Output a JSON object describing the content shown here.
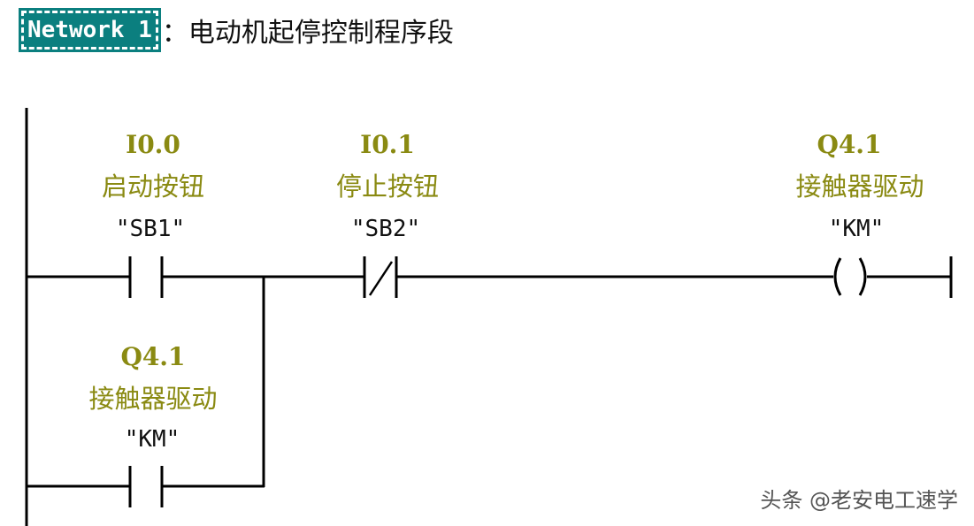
{
  "network": {
    "label": "Network 1",
    "title": "：电动机起停控制程序段"
  },
  "elements": [
    {
      "type": "contact-no",
      "address": "I0.0",
      "comment": "启动按钮",
      "symbol": "\"SB1\""
    },
    {
      "type": "contact-nc",
      "address": "I0.1",
      "comment": "停止按钮",
      "symbol": "\"SB2\""
    },
    {
      "type": "coil",
      "address": "Q4.1",
      "comment": "接触器驱动",
      "symbol": "\"KM\""
    },
    {
      "type": "contact-no-parallel",
      "address": "Q4.1",
      "comment": "接触器驱动",
      "symbol": "\"KM\""
    }
  ],
  "watermark": "头条 @老安电工速学",
  "colors": {
    "header": "#0b7f7f",
    "label": "#8a8a12"
  }
}
